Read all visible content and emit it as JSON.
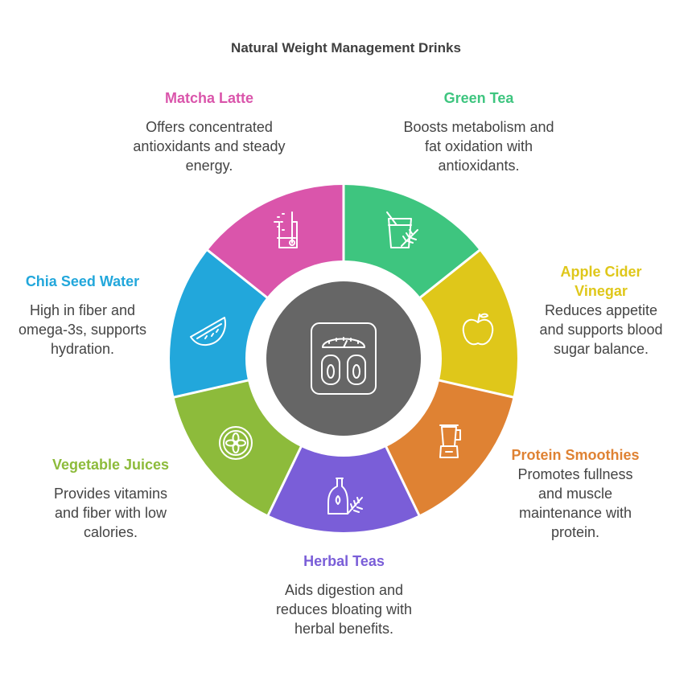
{
  "title": "Natural Weight Management Drinks",
  "center": {
    "icon": "weighing-scale-icon",
    "color": "#666666"
  },
  "segments": [
    {
      "id": "green-tea",
      "name": "Green Tea",
      "description": "Boosts metabolism and fat oxidation with antioxidants.",
      "color": "#3ec57f",
      "icon": "tea-cup-herb-icon"
    },
    {
      "id": "apple-cider-vinegar",
      "name": "Apple Cider Vinegar",
      "description": "Reduces appetite and supports blood sugar balance.",
      "color": "#dfc71a",
      "icon": "apple-icon"
    },
    {
      "id": "protein-smoothies",
      "name": "Protein Smoothies",
      "description": "Promotes fullness and muscle maintenance with protein.",
      "color": "#df8233",
      "icon": "blender-icon"
    },
    {
      "id": "herbal-teas",
      "name": "Herbal Teas",
      "description": "Aids digestion and reduces bloating with herbal benefits.",
      "color": "#7a5ed8",
      "icon": "herbal-bottle-icon"
    },
    {
      "id": "vegetable-juices",
      "name": "Vegetable Juices",
      "description": "Provides vitamins and fiber with low calories.",
      "color": "#8dbb3b",
      "icon": "cucumber-slice-icon"
    },
    {
      "id": "chia-seed-water",
      "name": "Chia Seed Water",
      "description": "High in fiber and omega-3s, supports hydration.",
      "color": "#22a7db",
      "icon": "melon-slice-icon"
    },
    {
      "id": "matcha-latte",
      "name": "Matcha Latte",
      "description": "Offers concentrated antioxidants and steady energy.",
      "color": "#da55ab",
      "icon": "beaker-icon"
    }
  ]
}
